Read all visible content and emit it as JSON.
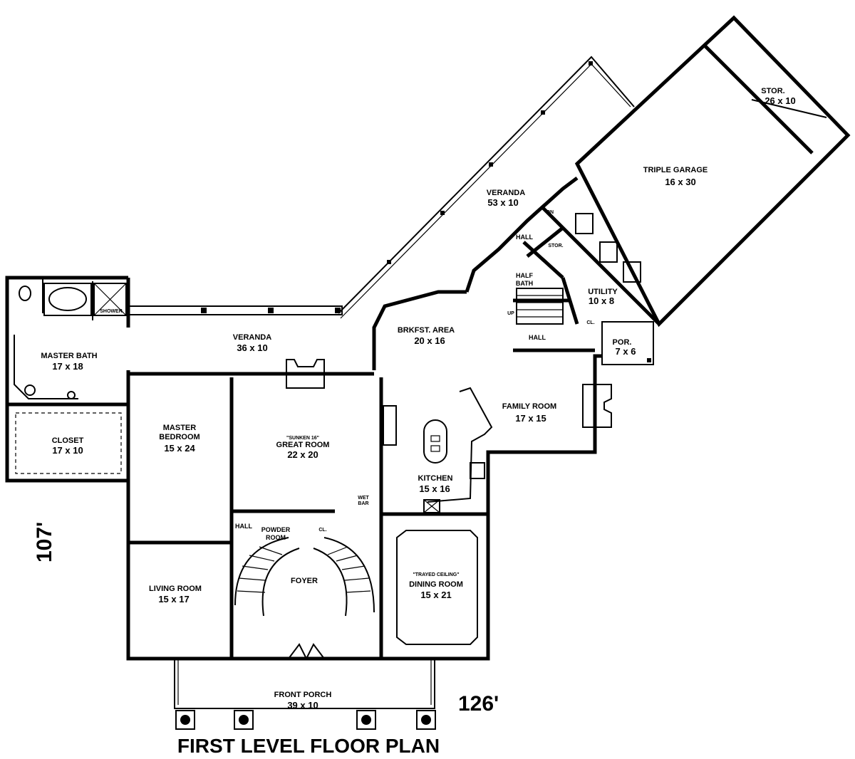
{
  "title": "FIRST LEVEL FLOOR PLAN",
  "overall_depth": "107'",
  "overall_width": "126'",
  "rooms": {
    "triple_garage": {
      "name": "TRIPLE GARAGE",
      "dims": "16 x 30"
    },
    "storage": {
      "name": "STOR.",
      "dims": "26 x 10"
    },
    "veranda_rear": {
      "name": "VERANDA",
      "dims": "53 x 10"
    },
    "veranda_back": {
      "name": "VERANDA",
      "dims": "36 x 10"
    },
    "master_bath": {
      "name": "MASTER BATH",
      "dims": "17 x 18"
    },
    "closet": {
      "name": "CLOSET",
      "dims": "17 x 10"
    },
    "master_bedroom": {
      "name_line1": "MASTER",
      "name_line2": "BEDROOM",
      "dims": "15 x 24"
    },
    "great_room": {
      "note": "\"SUNKEN 16\"",
      "name": "GREAT ROOM",
      "dims": "22 x 20"
    },
    "brkfst_area": {
      "name": "BRKFST. AREA",
      "dims": "20 x 16"
    },
    "family_room": {
      "name": "FAMILY ROOM",
      "dims": "17 x 15"
    },
    "kitchen": {
      "name": "KITCHEN",
      "dims": "15 x 16"
    },
    "utility": {
      "name": "UTILITY",
      "dims": "10 x 8"
    },
    "porch_side": {
      "name": "POR.",
      "dims": "7 x 6"
    },
    "living_room": {
      "name": "LIVING ROOM",
      "dims": "15 x 17"
    },
    "foyer": {
      "name": "FOYER"
    },
    "dining_room": {
      "note": "\"TRAYED CEILING\"",
      "name": "DINING ROOM",
      "dims": "15 x 21"
    },
    "front_porch": {
      "name": "FRONT PORCH",
      "dims": "39 x 10"
    }
  },
  "labels": {
    "hall_upper": "HALL",
    "hall_lower": "HALL",
    "hall_foyer": "HALL",
    "half_bath_line1": "HALF",
    "half_bath_line2": "BATH",
    "powder_line1": "POWDER",
    "powder_line2": "ROOM",
    "wet_bar_line1": "WET",
    "wet_bar_line2": "BAR",
    "storage_small": "STOR.",
    "closet_foyer": "CL.",
    "closet_utility": "CL.",
    "up": "UP",
    "dn": "DN",
    "shower": "SHOWER"
  }
}
